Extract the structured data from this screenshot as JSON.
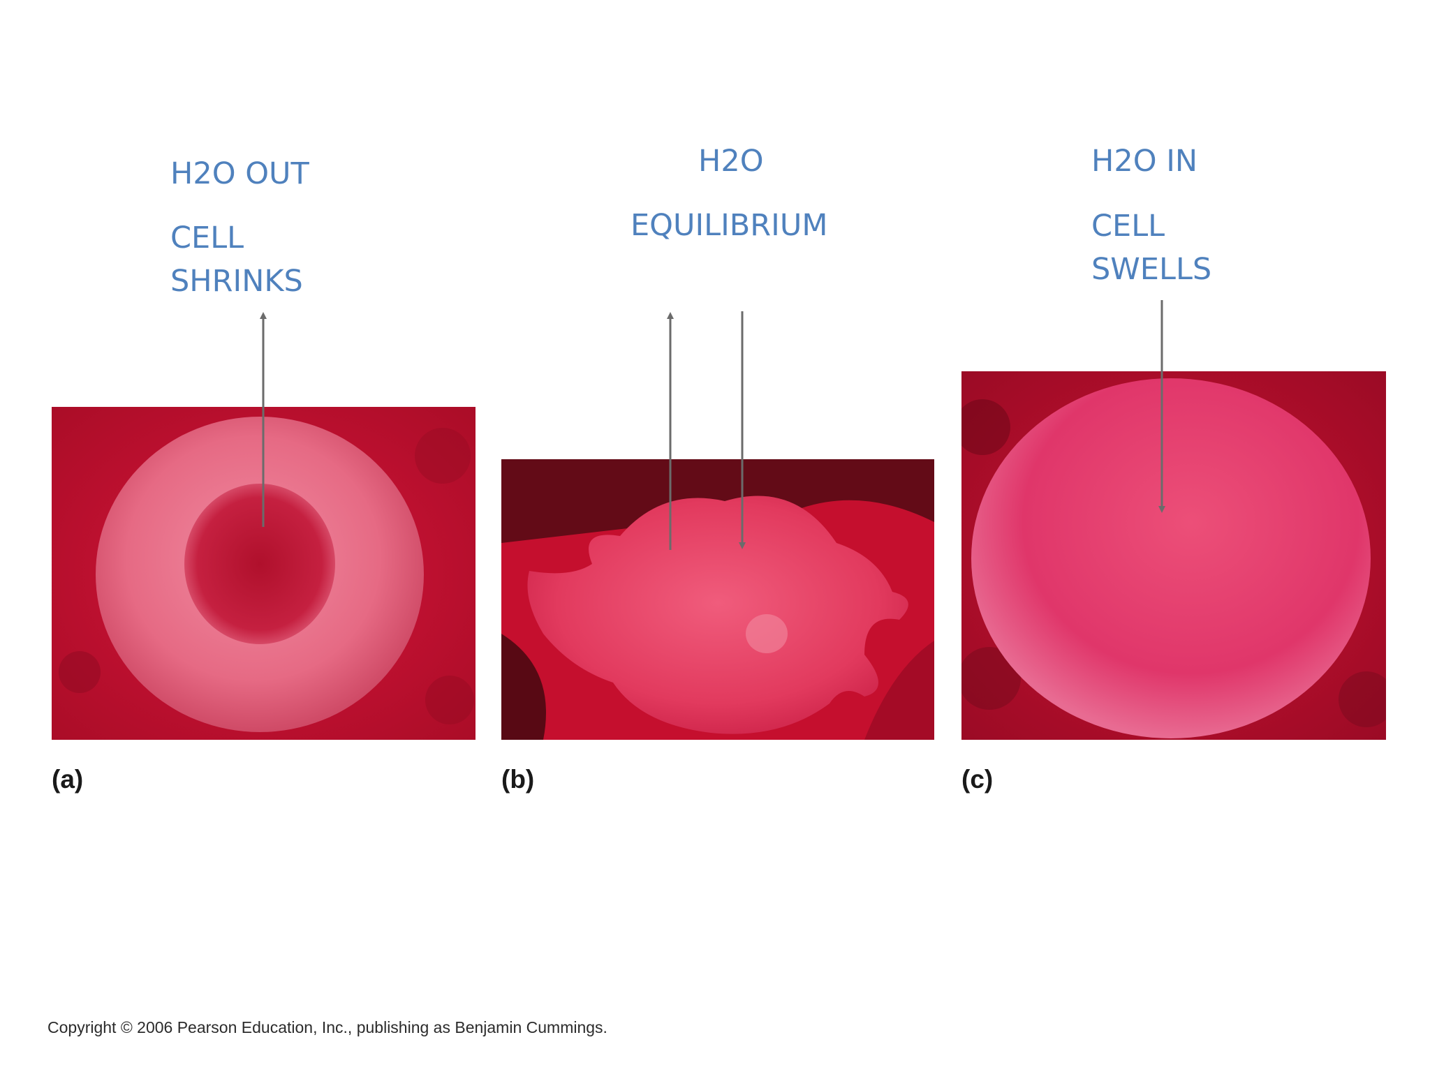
{
  "labels": {
    "a_line1": "H2O OUT",
    "a_line2": "CELL SHRINKS",
    "b_line1": "H2O",
    "b_line2": "EQUILIBRIUM",
    "c_line1": "H2O IN",
    "c_line2": "CELL SWELLS"
  },
  "panels": {
    "a_letter": "(a)",
    "b_letter": "(b)",
    "c_letter": "(c)"
  },
  "copyright": "Copyright © 2006 Pearson Education, Inc., publishing as Benjamin Cummings.",
  "colors": {
    "label_text": "#4f81bd",
    "arrow": "#6b6b6b",
    "background_red": "#c8102e",
    "cell_pink": "#e8607a"
  }
}
